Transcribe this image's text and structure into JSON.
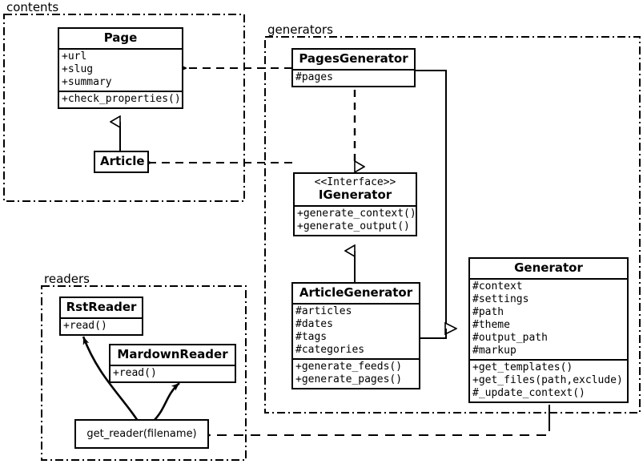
{
  "diagram": {
    "kind": "uml-class-diagram",
    "background": "#ffffff",
    "line_color": "#000000"
  },
  "packages": [
    {
      "id": "contents",
      "label": "contents"
    },
    {
      "id": "generators",
      "label": "generators"
    },
    {
      "id": "readers",
      "label": "readers"
    }
  ],
  "classes": {
    "page": {
      "name": "Page",
      "attributes": [
        "+url",
        "+slug",
        "+summary"
      ],
      "methods": [
        "+check_properties()"
      ]
    },
    "article": {
      "name": "Article",
      "attributes": [],
      "methods": []
    },
    "pages_generator": {
      "name": "PagesGenerator",
      "attributes": [
        "#pages"
      ],
      "methods": []
    },
    "igenerator": {
      "stereotype": "<<Interface>>",
      "name": "IGenerator",
      "attributes": [],
      "methods": [
        "+generate_context()",
        "+generate_output()"
      ]
    },
    "article_generator": {
      "name": "ArticleGenerator",
      "attributes": [
        "#articles",
        "#dates",
        "#tags",
        "#categories"
      ],
      "methods": [
        "+generate_feeds()",
        "+generate_pages()"
      ]
    },
    "generator": {
      "name": "Generator",
      "attributes": [
        "#context",
        "#settings",
        "#path",
        "#theme",
        "#output_path",
        "#markup"
      ],
      "methods": [
        "+get_templates()",
        "+get_files(path,exclude)",
        "#_update_context()"
      ]
    },
    "rst_reader": {
      "name": "RstReader",
      "attributes": [],
      "methods": [
        "+read()"
      ]
    },
    "mardown_reader": {
      "name": "MardownReader",
      "attributes": [],
      "methods": [
        "+read()"
      ]
    },
    "get_reader": {
      "name": "get_reader(filename)"
    }
  },
  "relations": [
    {
      "from": "article",
      "to": "page",
      "type": "generalization"
    },
    {
      "from": "pages_generator",
      "to": "igenerator",
      "type": "realization"
    },
    {
      "from": "article_generator",
      "to": "igenerator",
      "type": "generalization"
    },
    {
      "from": "pages_generator",
      "to": "generator",
      "type": "generalization"
    },
    {
      "from": "article_generator",
      "to": "generator",
      "type": "generalization"
    },
    {
      "from": "pages_generator",
      "to": "page",
      "type": "dependency"
    },
    {
      "from": "article_generator",
      "to": "article",
      "type": "dependency"
    },
    {
      "from": "generator",
      "to": "get_reader",
      "type": "dependency"
    },
    {
      "from": "get_reader",
      "to": "rst_reader",
      "type": "creates"
    },
    {
      "from": "get_reader",
      "to": "mardown_reader",
      "type": "creates"
    }
  ]
}
